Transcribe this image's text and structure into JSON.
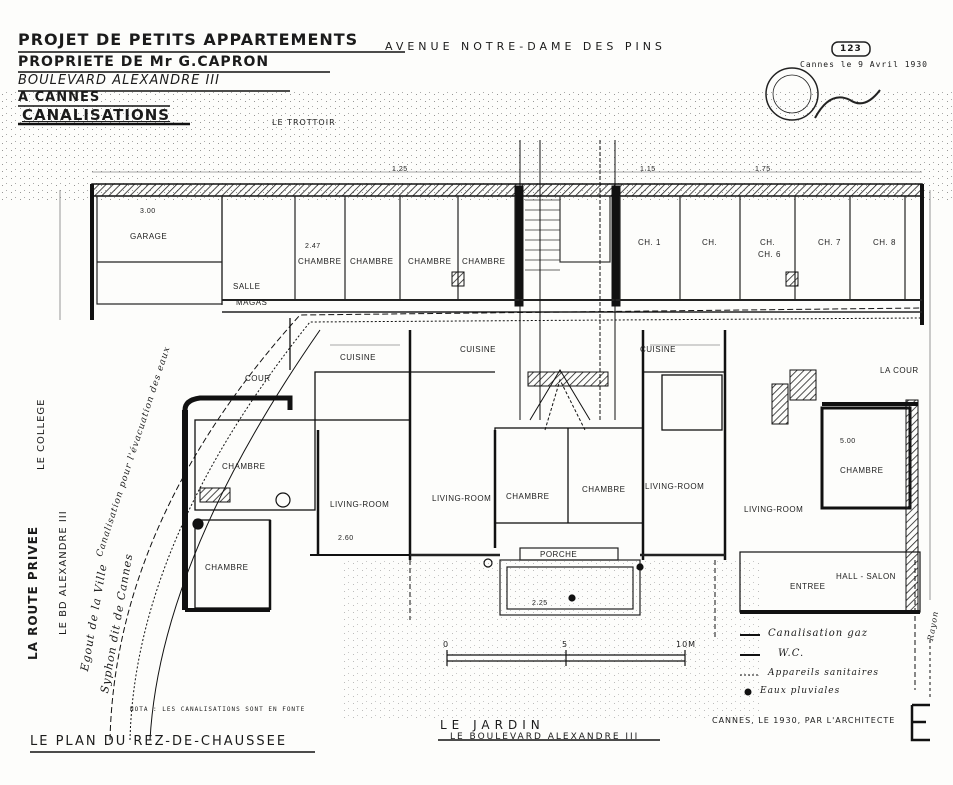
{
  "title_block": {
    "line1": "PROJET DE PETITS APPARTEMENTS",
    "line2": "PROPRIETE DE Mr G.CAPRON",
    "line3": "BOULEVARD ALEXANDRE III",
    "line4": "A CANNES",
    "line5": "CANALISATIONS"
  },
  "streets": {
    "top": "AVENUE NOTRE-DAME DES PINS",
    "trottoir": "LE TROTTOIR",
    "left_route": "LA ROUTE PRIVEE",
    "left_college": "LE COLLEGE",
    "left_alexandre": "LE BD ALEXANDRE III",
    "left_egout": "Egout de la Ville",
    "left_siphon": "Syphon dit de Cannes",
    "left_canal": "Canalisation pour l'évacuation des eaux",
    "bottom_jardin": "LE JARDIN",
    "bottom_boulevard": "LE BOULEVARD ALEXANDRE III"
  },
  "plan_caption": "LE PLAN DU REZ-DE-CHAUSSEE",
  "rooms": {
    "garage": "GARAGE",
    "chambre_1": "CHAMBRE",
    "chambre_2": "CHAMBRE",
    "chambre_3": "CHAMBRE",
    "chambre_4": "CHAMBRE",
    "ch1": "CH. 1",
    "ch2": "CH.",
    "ch3": "CH.",
    "ch4": "CH. 6",
    "ch5": "CH. 7",
    "ch6": "CH. 8",
    "cuisine_1": "CUISINE",
    "cuisine_2": "CUISINE",
    "cuisine_3": "CUISINE",
    "cour_left": "COUR",
    "cour_right": "LA COUR",
    "chambre_left": "CHAMBRE",
    "chambre_left_low": "CHAMBRE",
    "living_1": "LIVING-ROOM",
    "living_2": "LIVING-ROOM",
    "living_3": "LIVING-ROOM",
    "living_4": "LIVING-ROOM",
    "chambre_c1": "CHAMBRE",
    "chambre_c2": "CHAMBRE",
    "chambre_right": "CHAMBRE",
    "porche": "PORCHE",
    "hall_salon": "HALL - SALON",
    "entree": "ENTREE",
    "salle": "SALLE",
    "magas": "MAGAS"
  },
  "scale": {
    "start": "0",
    "mid": "5",
    "end": "10M"
  },
  "legend": {
    "item1": "Canalisation gaz",
    "item2": "W.C.",
    "item3": "Appareils sanitaires",
    "item4": "Eaux pluviales"
  },
  "stamp": {
    "date": "Cannes le 9 Avril 1930",
    "number": "123",
    "side_note": "Rayon"
  },
  "notes": {
    "bottom_right": "CANNES, LE 1930, PAR L'ARCHITECTE",
    "bottom_left": "NOTA : LES CANALISATIONS SONT EN FONTE"
  },
  "dims": {
    "d1": "1.25",
    "d2": "1.75",
    "d3": "1.15",
    "d4": "2.60",
    "d5": "3.00",
    "d6": "2.47",
    "d7": "5.00",
    "d8": "2.25"
  }
}
